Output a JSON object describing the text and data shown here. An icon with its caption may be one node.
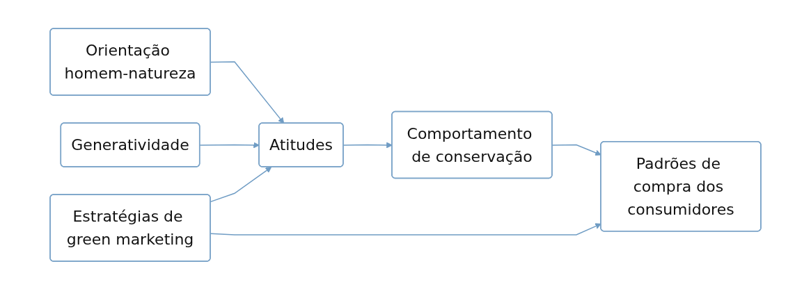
{
  "diagram": {
    "nodes": [
      {
        "text": [
          "Orientação homem-natureza"
        ]
      },
      {
        "text": [
          "Atitudes"
        ]
      },
      {
        "text": [
          "Comportamento de conservação"
        ]
      },
      {
        "text": [
          "Padrões de compra dos consumidores"
        ]
      },
      {
        "text": [
          "Generatividade"
        ]
      },
      {
        "text": [
          "Estratégias de green marketing"
        ]
      }
    ],
    "edges": [
      {
        "from": 0,
        "to": 1,
        "arrow": "to"
      },
      {
        "from": 4,
        "to": 1,
        "arrow": "to"
      },
      {
        "from": 5,
        "to": 1,
        "arrow": "to"
      },
      {
        "from": 1,
        "to": 2,
        "arrow": "to"
      },
      {
        "from": 2,
        "to": 3,
        "arrow": "to"
      },
      {
        "from": 5,
        "to": 3,
        "arrow": "to"
      }
    ]
  }
}
